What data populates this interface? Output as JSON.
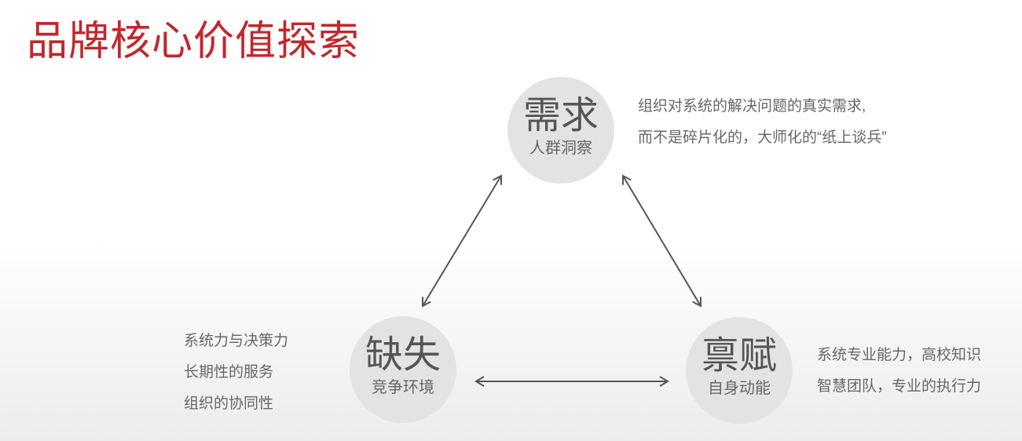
{
  "title": "品牌核心价值探索",
  "nodes": {
    "top": {
      "main": "需求",
      "sub": "人群洞察",
      "desc": [
        "组织对系统的解决问题的真实需求,",
        "而不是碎片化的，大师化的“纸上谈兵”"
      ]
    },
    "left": {
      "main": "缺失",
      "sub": "竞争环境",
      "desc": [
        "系统力与决策力",
        "长期性的服务",
        "组织的协同性"
      ]
    },
    "right": {
      "main": "禀赋",
      "sub": "自身动能",
      "desc": [
        "系统专业能力，高校知识",
        "智慧团队，专业的执行力"
      ]
    }
  },
  "colors": {
    "title": "#c1272d",
    "circle": "#e3e3e3",
    "arrow": "#555555"
  }
}
